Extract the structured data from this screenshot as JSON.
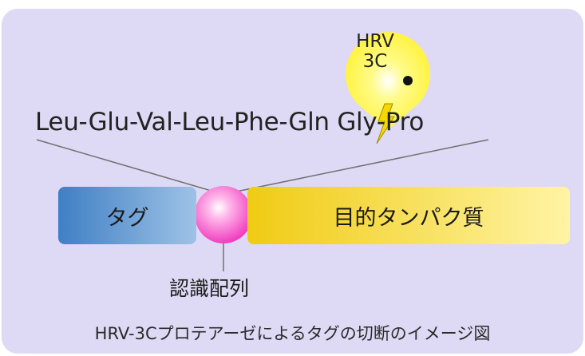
{
  "enzyme": {
    "name_line1": "HRV",
    "name_line2": "3C"
  },
  "sequence": "Leu-Glu-Val-Leu-Phe-Gln Gly-Pro",
  "boxes": {
    "tag_label": "タグ",
    "protein_label": "目的タンパク質"
  },
  "recognition_label": "認識配列",
  "caption": "HRV-3Cプロテアーゼによるタグの切断のイメージ図",
  "colors": {
    "background_panel": "#dedaf5",
    "enzyme_fill": "#fff23a",
    "tag_gradient_start": "#3f7fc4",
    "tag_gradient_end": "#9ec2e6",
    "protein_gradient_start": "#f0cb13",
    "protein_gradient_end": "#fff4a4",
    "recognition_site": "#ff55c8",
    "lightning": "#f5d800"
  }
}
